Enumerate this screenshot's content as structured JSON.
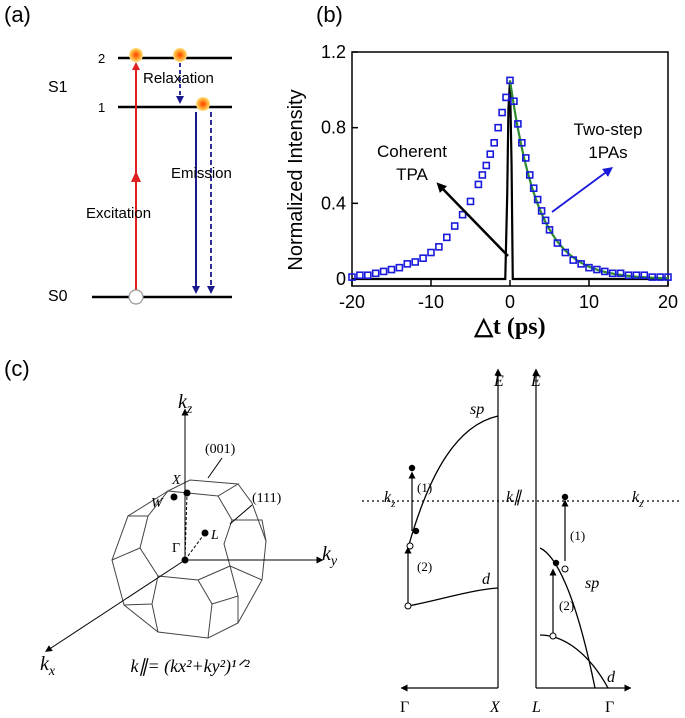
{
  "panel_labels": {
    "a": "(a)",
    "b": "(b)",
    "c": "(c)"
  },
  "panel_a": {
    "levels": {
      "l2": "2",
      "l1": "1",
      "s1": "S1",
      "s0": "S0"
    },
    "labels": {
      "relaxation": "Relaxation",
      "emission": "Emission",
      "excitation": "Excitation"
    }
  },
  "panel_b": {
    "ylabel": "Normalized Intensity",
    "xlabel": "△t (ps)",
    "annotations": {
      "coherent_1": "Coherent",
      "coherent_2": "TPA",
      "twostep_1": "Two-step",
      "twostep_2": "1PAs"
    },
    "colors": {
      "data": "#1a1adc",
      "fit": "#2e8b2e",
      "coherent": "#000000",
      "arrow_blue": "#1a1adc"
    },
    "chart_data": {
      "type": "scatter",
      "xlim": [
        -20,
        20
      ],
      "ylim": [
        0,
        1.2
      ],
      "xticks": [
        "-20",
        "-10",
        "0",
        "10",
        "20"
      ],
      "yticks": [
        "0",
        "0.4",
        "0.8",
        "1.2"
      ],
      "series": [
        {
          "values_x": [
            -20,
            -19,
            -18,
            -17,
            -16,
            -15,
            -14,
            -13,
            -12,
            -11,
            -10,
            -9,
            -8,
            -7,
            -6,
            -5,
            -4,
            -3.5,
            -3,
            -2.5,
            -2,
            -1.5,
            -1,
            -0.5,
            0,
            0.5,
            1,
            1.5,
            2,
            2.5,
            3,
            3.5,
            4,
            4.5,
            5,
            6,
            7,
            8,
            9,
            10,
            11,
            12,
            13,
            14,
            15,
            16,
            17,
            18,
            19,
            20
          ],
          "values_y": [
            0.01,
            0.02,
            0.02,
            0.03,
            0.04,
            0.05,
            0.06,
            0.08,
            0.09,
            0.11,
            0.14,
            0.17,
            0.22,
            0.28,
            0.34,
            0.41,
            0.5,
            0.55,
            0.6,
            0.66,
            0.72,
            0.8,
            0.88,
            0.96,
            1.05,
            0.94,
            0.82,
            0.72,
            0.64,
            0.55,
            0.48,
            0.42,
            0.36,
            0.31,
            0.26,
            0.19,
            0.14,
            0.1,
            0.08,
            0.06,
            0.05,
            0.04,
            0.03,
            0.03,
            0.02,
            0.02,
            0.02,
            0.01,
            0.01,
            0.01
          ]
        }
      ]
    }
  },
  "panel_c": {
    "bz": {
      "kz": "k",
      "kz_sub": "z",
      "ky": "k",
      "ky_sub": "y",
      "kx": "k",
      "kx_sub": "x",
      "p001": "(001)",
      "p111": "(111)",
      "X": "X",
      "W": "W",
      "L": "L",
      "Gamma": "Γ",
      "formula": "k∥= (kx²+ky²)¹ᐟ²"
    },
    "band_left": {
      "E": "E",
      "sp": "sp",
      "d": "d",
      "kz": "k",
      "kz_sub": "z",
      "kpar": "k∥",
      "m1": "(1)",
      "m2": "(2)",
      "Gamma": "Γ",
      "X": "X"
    },
    "band_right": {
      "E": "E",
      "sp": "sp",
      "d": "d",
      "kz": "k",
      "kz_sub": "z",
      "m1": "(1)",
      "m2": "(2)",
      "L": "L",
      "Gamma": "Γ"
    }
  }
}
